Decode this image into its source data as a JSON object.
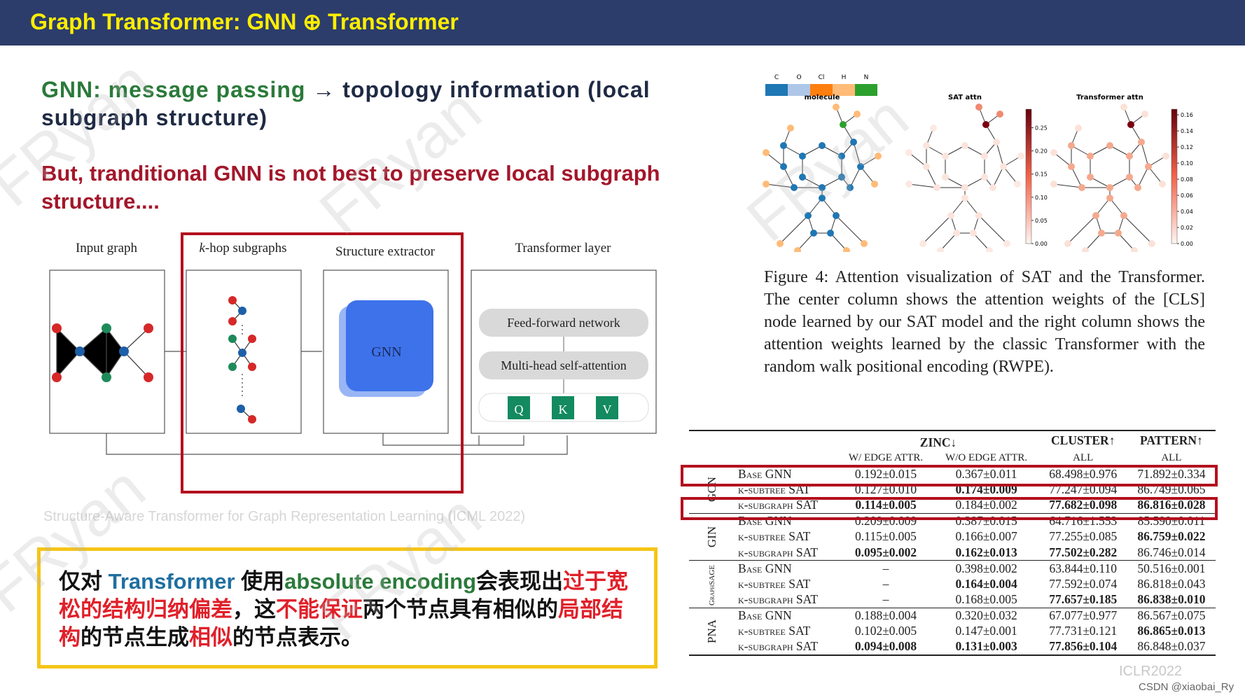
{
  "header": {
    "title": "Graph Transformer: GNN ⊕ Transformer"
  },
  "intro": {
    "gnn_prefix": "GNN: message passing",
    "arrow_rest": " → topology information (local subgraph structure)",
    "but": "But, tranditional GNN is not best to preserve local subgraph structure...."
  },
  "diagram": {
    "input_graph": "Input graph",
    "khop_k": "k",
    "khop_rest": "-hop subgraphs",
    "structure_extractor": "Structure extractor",
    "gnn": "GNN",
    "transformer_layer": "Transformer layer",
    "ffn": "Feed-forward network",
    "mhsa": "Multi-head self-attention",
    "q": "Q",
    "k": "K",
    "v": "V"
  },
  "citation": "Structure-Aware Transformer for Graph Representation Learning (ICML 2022)",
  "note": {
    "p1": "仅对 ",
    "p2": "Transformer",
    "p3": " 使用",
    "p4": "absolute encoding",
    "p5": "会表现出",
    "p6": "过于宽松的结构归纳偏差",
    "p7": "，这",
    "p8": "不能保证",
    "p9": "两个节点具有相似的",
    "p10": "局部结构",
    "p11": "的节点生成",
    "p12": "相似",
    "p13": "的节点表示。"
  },
  "figure": {
    "legend": [
      "C",
      "O",
      "Cl",
      "H",
      "N"
    ],
    "legend_colors": [
      "#1f77b4",
      "#aec7e8",
      "#ff7f0e",
      "#ffbb78",
      "#2ca02c"
    ],
    "titles": [
      "molecule",
      "SAT attn",
      "Transformer attn"
    ],
    "sat_ticks": [
      "0.25",
      "0.20",
      "0.15",
      "0.10",
      "0.05",
      "0.00"
    ],
    "tr_ticks": [
      "0.16",
      "0.14",
      "0.12",
      "0.10",
      "0.08",
      "0.06",
      "0.04",
      "0.02",
      "0.00"
    ],
    "caption": "Figure 4:  Attention visualization of SAT and the Transformer. The center column shows the attention weights of the [CLS] node learned by our SAT model and the right column shows the attention weights learned by the classic Transformer with the random walk positional encoding (RWPE)."
  },
  "table": {
    "headers": {
      "zinc": "ZINC↓",
      "cluster": "CLUSTER↑",
      "pattern": "PATTERN↑",
      "w_edge": "W/ EDGE ATTR.",
      "wo_edge": "W/O EDGE ATTR.",
      "all1": "ALL",
      "all2": "ALL"
    },
    "groups": [
      {
        "name": "GCN",
        "rows": [
          [
            "Base GNN",
            "0.192±0.015",
            "0.367±0.011",
            "68.498±0.976",
            "71.892±0.334"
          ],
          [
            "k-subtree SAT",
            "0.127±0.010",
            "0.174±0.009",
            "77.247±0.094",
            "86.749±0.065"
          ],
          [
            "k-subgraph SAT",
            "0.114±0.005",
            "0.184±0.002",
            "77.682±0.098",
            "86.816±0.028"
          ]
        ]
      },
      {
        "name": "GIN",
        "rows": [
          [
            "Base GNN",
            "0.209±0.009",
            "0.387±0.015",
            "64.716±1.553",
            "85.590±0.011"
          ],
          [
            "k-subtree SAT",
            "0.115±0.005",
            "0.166±0.007",
            "77.255±0.085",
            "86.759±0.022"
          ],
          [
            "k-subgraph SAT",
            "0.095±0.002",
            "0.162±0.013",
            "77.502±0.282",
            "86.746±0.014"
          ]
        ]
      },
      {
        "name": "GraphSAGE",
        "rows": [
          [
            "Base GNN",
            "–",
            "0.398±0.002",
            "63.844±0.110",
            "50.516±0.001"
          ],
          [
            "k-subtree SAT",
            "–",
            "0.164±0.004",
            "77.592±0.074",
            "86.818±0.043"
          ],
          [
            "k-subgraph SAT",
            "–",
            "0.168±0.005",
            "77.657±0.185",
            "86.838±0.010"
          ]
        ]
      },
      {
        "name": "PNA",
        "rows": [
          [
            "Base GNN",
            "0.188±0.004",
            "0.320±0.032",
            "67.077±0.977",
            "86.567±0.075"
          ],
          [
            "k-subtree SAT",
            "0.102±0.005",
            "0.147±0.001",
            "77.731±0.121",
            "86.865±0.013"
          ],
          [
            "k-subgraph SAT",
            "0.094±0.008",
            "0.131±0.003",
            "77.856±0.104",
            "86.848±0.037"
          ]
        ]
      }
    ],
    "bold": [
      [
        [],
        [
          2
        ],
        [
          1,
          3,
          4
        ]
      ],
      [
        [],
        [
          4
        ],
        [
          1,
          2,
          3
        ]
      ],
      [
        [],
        [
          2
        ],
        [
          3,
          4
        ]
      ],
      [
        [],
        [
          4
        ],
        [
          1,
          2,
          3
        ]
      ]
    ]
  },
  "watermark": "FRyan",
  "footer": {
    "venue": "ICLR2022",
    "credit": "CSDN @xiaobai_Ry"
  }
}
